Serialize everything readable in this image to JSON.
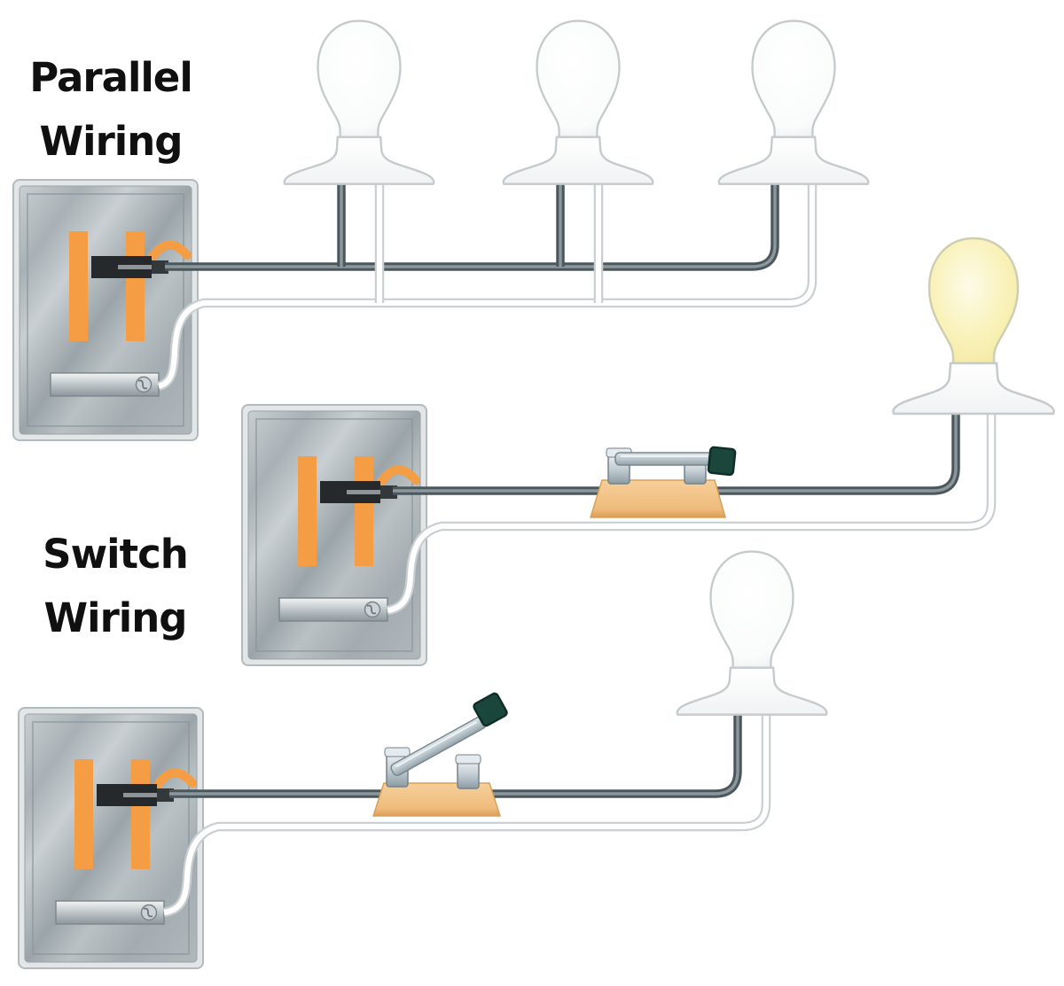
{
  "diagram": {
    "labels": {
      "parallel": {
        "line1": "Parallel",
        "line2": "Wiring"
      },
      "switch": {
        "line1": "Switch",
        "line2": "Wiring"
      }
    },
    "colors": {
      "hot_wire_dark_gray": "#4a585e",
      "neutral_wire_outline": "#c9ced1",
      "panel_metal_gray": "#aab3b7",
      "panel_breaker_orange": "#f49d44",
      "bulb_glow_yellow": "#f8f0ad",
      "switch_base_tan": "#f2c289",
      "switch_handle_green": "#1a463c",
      "label_text": "#101010"
    },
    "components": {
      "panels": [
        {
          "id": "service-panel-parallel",
          "section": "parallel-wiring"
        },
        {
          "id": "service-panel-switch-lit",
          "section": "switch-wiring"
        },
        {
          "id": "service-panel-switch-off",
          "section": "switch-wiring"
        }
      ],
      "bulbs": [
        {
          "id": "parallel-bulb-1",
          "state": "off"
        },
        {
          "id": "parallel-bulb-2",
          "state": "off"
        },
        {
          "id": "parallel-bulb-3",
          "state": "off"
        },
        {
          "id": "switch-circuit-bulb-lit",
          "state": "lit"
        },
        {
          "id": "switch-circuit-bulb-off",
          "state": "off"
        }
      ],
      "switches": [
        {
          "id": "knife-switch-closed",
          "state": "closed"
        },
        {
          "id": "knife-switch-open",
          "state": "open"
        }
      ],
      "wires": [
        {
          "id": "hot-wire",
          "appearance": "dark gray"
        },
        {
          "id": "neutral-wire",
          "appearance": "white"
        }
      ]
    }
  }
}
